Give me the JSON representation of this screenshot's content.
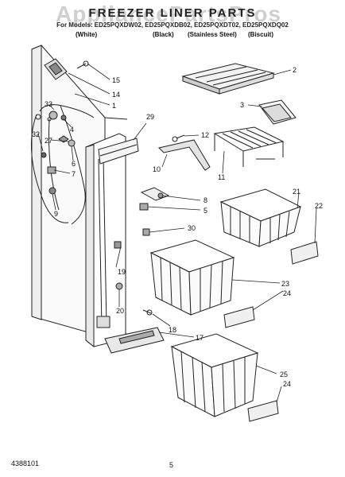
{
  "header": {
    "watermark": "AppliancePartsPros",
    "title": "FREEZER LINER PARTS",
    "models_line": "For Models: ED25PQXDW02, ED25PQXDB02, ED25PQXDT02, ED25PQXDQ02",
    "colors": [
      "(White)",
      "(Black)",
      "(Stainless Steel)",
      "(Biscuit)"
    ]
  },
  "callouts": [
    "15",
    "14",
    "1",
    "33",
    "4",
    "32",
    "27",
    "6",
    "7",
    "9",
    "29",
    "2",
    "3",
    "12",
    "10",
    "11",
    "8",
    "5",
    "30",
    "21",
    "22",
    "19",
    "23",
    "24",
    "20",
    "18",
    "17",
    "25",
    "24"
  ],
  "footer": {
    "doc_number": "4388101",
    "page_number": "5"
  }
}
